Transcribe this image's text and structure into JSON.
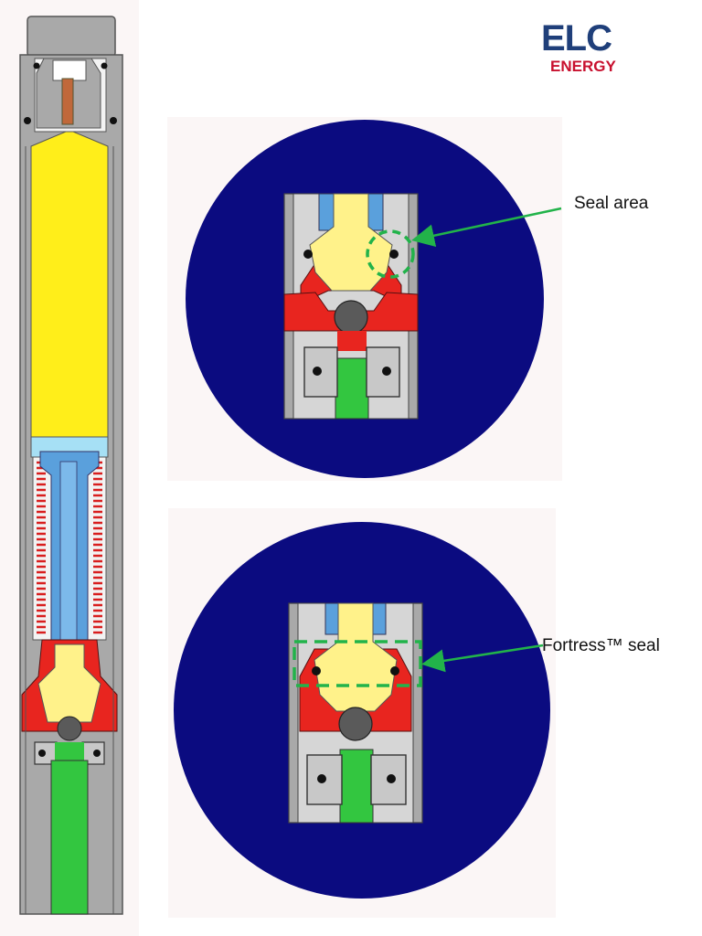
{
  "logo": {
    "wordmark_top": "ELC",
    "wordmark_bottom": "ENERGY",
    "top_color": "#1f3f7a",
    "bottom_color": "#c8102e"
  },
  "callouts": [
    {
      "label": "Seal area",
      "highlight": "dashed-circle",
      "color": "#22b34a"
    },
    {
      "label": "Fortress™ seal",
      "highlight": "dashed-rectangle",
      "color": "#22b34a"
    }
  ],
  "colors": {
    "steel": "#a9a9a9",
    "yellow": "#ffee1a",
    "light_yellow": "#fff28a",
    "blue": "#5aa0dc",
    "light_blue": "#a6e0f5",
    "red": "#e8251f",
    "green": "#33c640",
    "ball": "#5a5a5a",
    "zoom_background": "#0b0b80",
    "copper": "#c0683a"
  }
}
